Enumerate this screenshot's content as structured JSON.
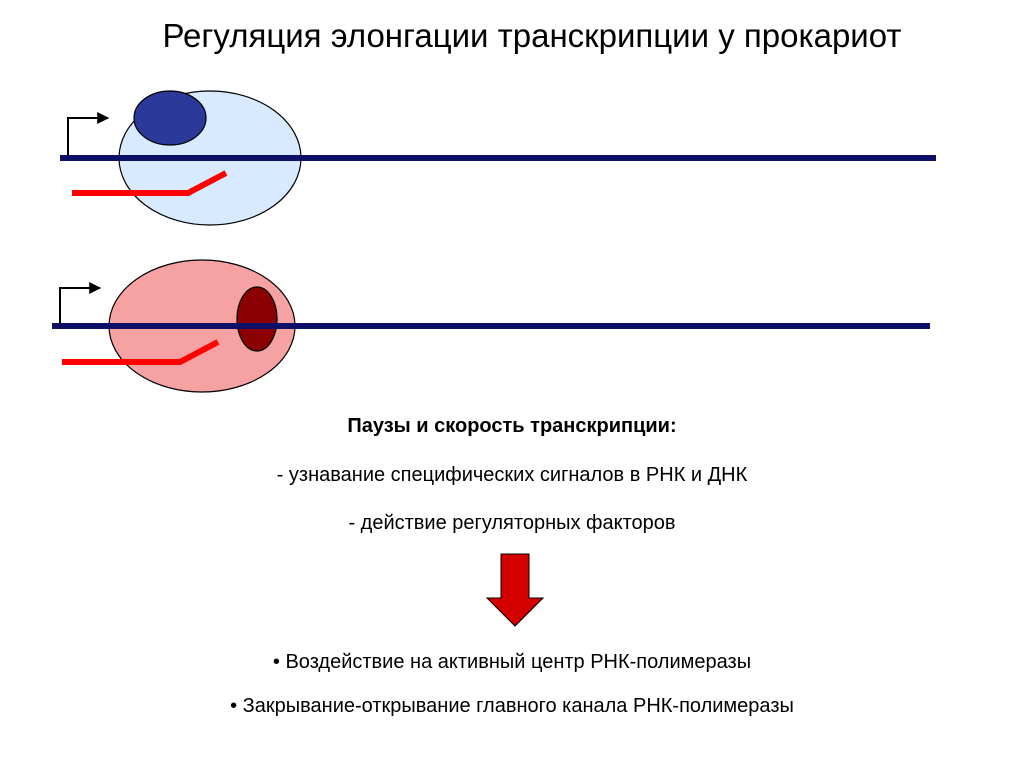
{
  "title": "Регуляция элонгации транскрипции у прокариот",
  "colors": {
    "dna": "#0e1067",
    "rna": "#ff0000",
    "rnap_top_fill": "#d7eaff",
    "factor_top": "#2b3a9a",
    "rnap_bottom_fill": "#f7a2a2",
    "factor_bottom": "#8b0000",
    "arrow": "#d40000"
  },
  "text": {
    "heading": "Паузы и скорость транскрипции:",
    "line1": "- узнавание специфических сигналов в РНК и ДНК",
    "line2": "- действие регуляторных факторов",
    "bullet1": "• Воздействие на активный центр РНК-полимеразы",
    "bullet2": "• Закрывание-открывание главного канала РНК-полимеразы"
  }
}
